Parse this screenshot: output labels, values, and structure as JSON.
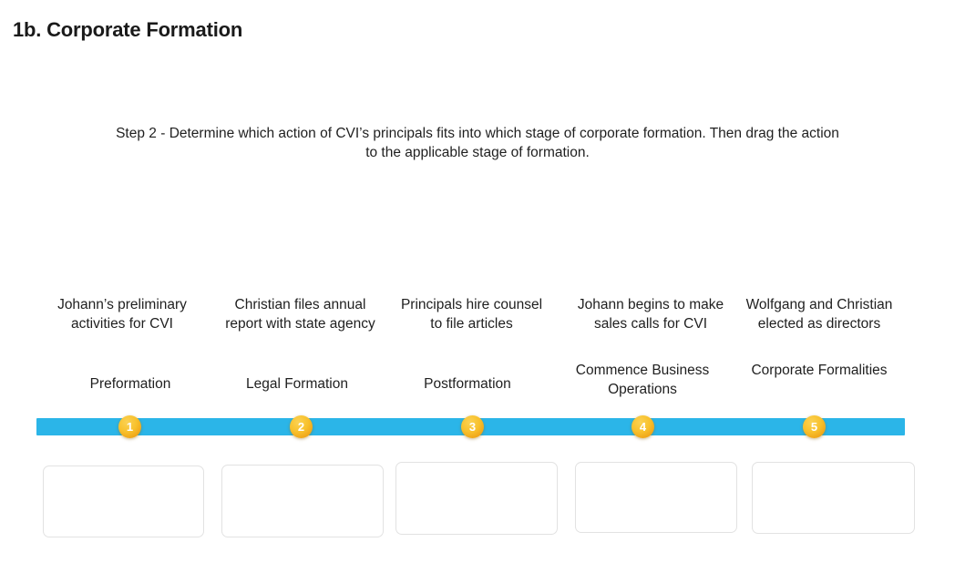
{
  "page": {
    "title": "1b. Corporate Formation"
  },
  "instruction": {
    "step": "Step 2",
    "separator": " - ",
    "body": "Determine which action of CVI’s principals fits into which stage of corporate formation. Then drag the action to the applicable stage of formation."
  },
  "timeline": {
    "bar_color": "#2bb5e8",
    "node_color": "#f2b01c",
    "node_text_color": "#ffffff",
    "stages": [
      {
        "number": "1",
        "action": "Johann’s preliminary activities for CVI",
        "stage_label": "Preformation",
        "dropzone_value": ""
      },
      {
        "number": "2",
        "action": "Christian files annual report with state agency",
        "stage_label": "Legal Formation",
        "dropzone_value": ""
      },
      {
        "number": "3",
        "action": "Principals hire counsel to file articles",
        "stage_label": "Postformation",
        "dropzone_value": ""
      },
      {
        "number": "4",
        "action": "Johann begins to make sales calls for CVI",
        "stage_label": "Commence Business Operations",
        "dropzone_value": ""
      },
      {
        "number": "5",
        "action": "Wolfgang and Christian elected as directors",
        "stage_label": "Corporate Formalities",
        "dropzone_value": ""
      }
    ]
  }
}
